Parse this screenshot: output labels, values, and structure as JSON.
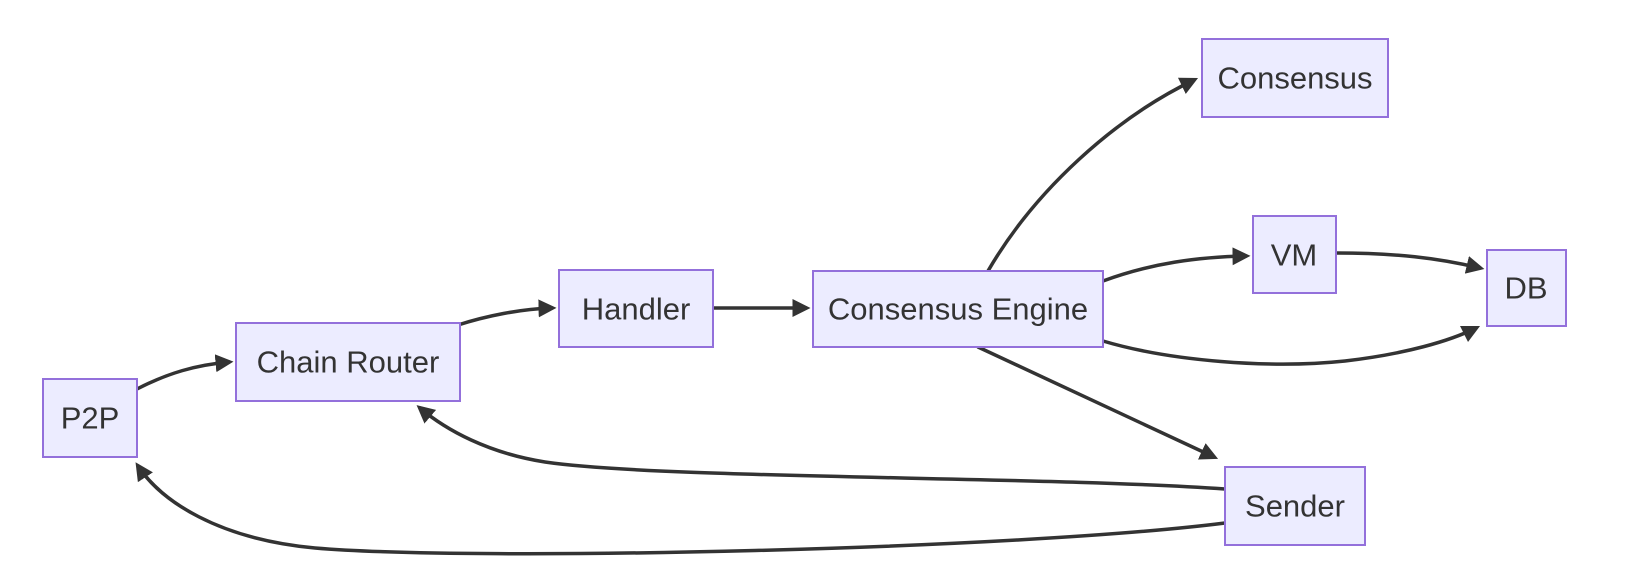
{
  "diagram": {
    "type": "flowchart",
    "direction": "left-to-right",
    "colors": {
      "background": "#ffffff",
      "node_fill": "#ececff",
      "node_border": "#9370db",
      "node_text": "#333333",
      "edge": "#333333"
    },
    "nodes": [
      {
        "id": "p2p",
        "label": "P2P"
      },
      {
        "id": "chain-router",
        "label": "Chain Router"
      },
      {
        "id": "handler",
        "label": "Handler"
      },
      {
        "id": "consensus-engine",
        "label": "Consensus Engine"
      },
      {
        "id": "consensus",
        "label": "Consensus"
      },
      {
        "id": "vm",
        "label": "VM"
      },
      {
        "id": "db",
        "label": "DB"
      },
      {
        "id": "sender",
        "label": "Sender"
      }
    ],
    "edges": [
      {
        "from": "P2P",
        "to": "Chain Router"
      },
      {
        "from": "Chain Router",
        "to": "Handler"
      },
      {
        "from": "Handler",
        "to": "Consensus Engine"
      },
      {
        "from": "Consensus Engine",
        "to": "Consensus"
      },
      {
        "from": "Consensus Engine",
        "to": "VM"
      },
      {
        "from": "VM",
        "to": "DB"
      },
      {
        "from": "Consensus Engine",
        "to": "DB"
      },
      {
        "from": "Consensus Engine",
        "to": "Sender"
      },
      {
        "from": "Sender",
        "to": "Chain Router"
      },
      {
        "from": "Sender",
        "to": "P2P"
      }
    ]
  }
}
